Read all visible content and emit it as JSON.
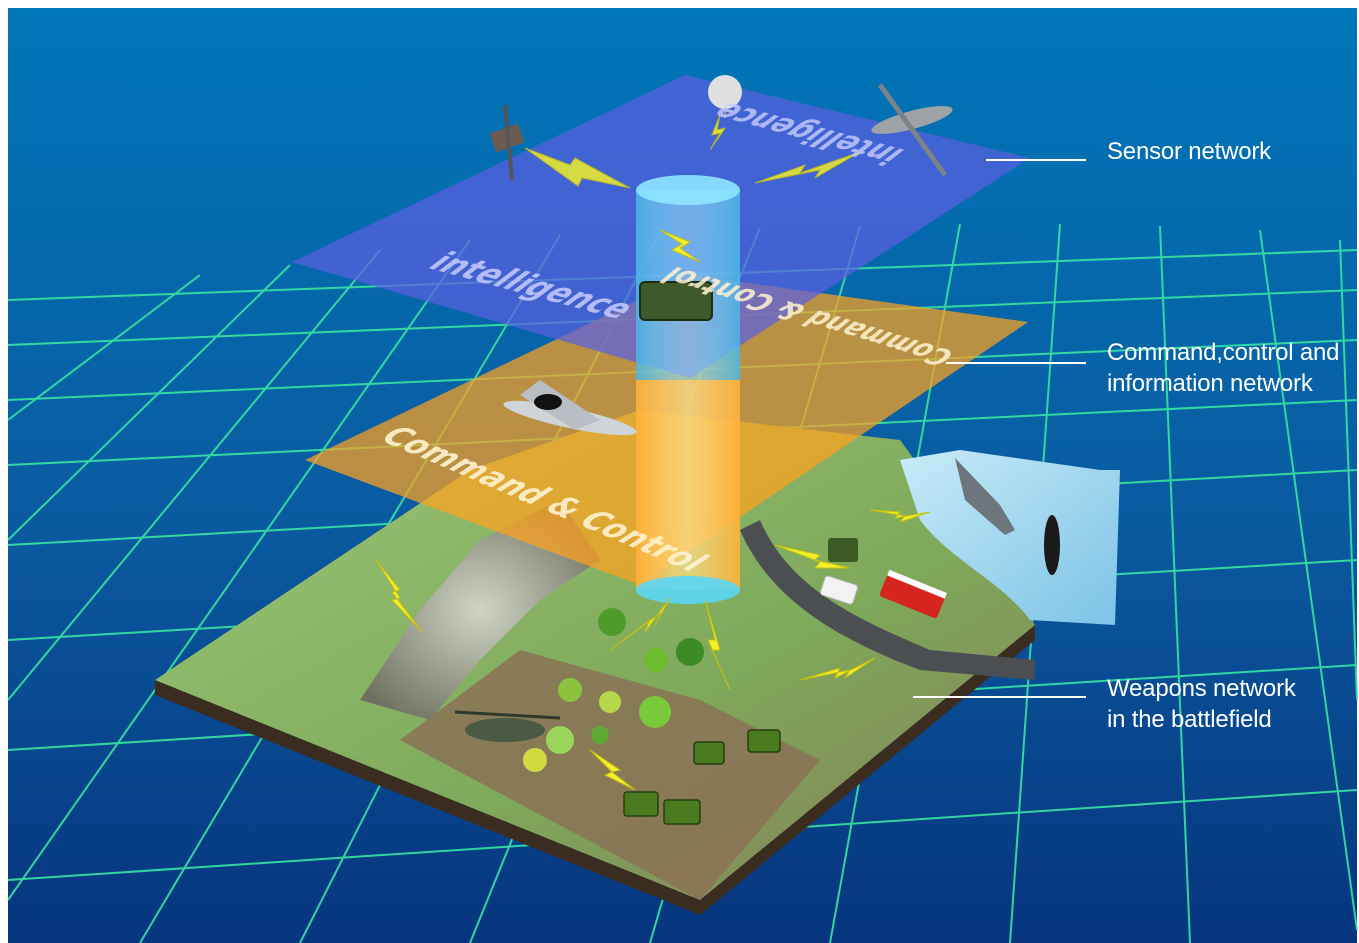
{
  "labels": {
    "sensor_network": "Sensor network",
    "command_network_line1": "Command,control and",
    "command_network_line2": "information network",
    "weapons_network_line1": "Weapons network",
    "weapons_network_line2": "in the battlefield"
  },
  "layers": {
    "intelligence_label": "intelligence",
    "intelligence_label_mirrored": "intelligence",
    "command_label": "Command & Control",
    "command_label_mirrored": "Command & Control"
  },
  "colors": {
    "background_top": "#0077b8",
    "background_bottom": "#06357e",
    "grid_line": "#37e5a4",
    "intelligence_layer": "#5a5fe0",
    "command_layer": "#ffa21e",
    "cylinder": "#5ad6f5",
    "terrain": "#8cb565",
    "water": "#a9d9ee",
    "road": "#4b4f52",
    "lightning": "#f1f02a"
  }
}
